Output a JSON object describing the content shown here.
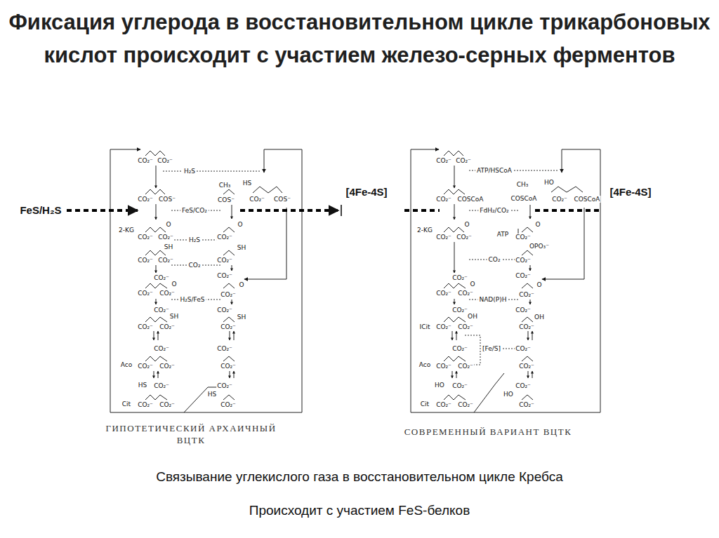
{
  "diagram": {
    "title": "Фиксация углерода в восстановительном цикле трикарбоновых кислот происходит с участием железо-серных ферментов",
    "caption": "Связывание углекислого газа в восстановительном цикле Кребса",
    "labels": [
      "FeS/H₂S",
      "[4Fe-4S]",
      "H₂S",
      "FeS/CO₂",
      "H₂S",
      "CO₂",
      "H₂S/FeS",
      "CO₂⁻",
      "CO₂⁻",
      "CO₂⁻",
      "COS⁻",
      "2-KG",
      "CO₂⁻",
      "O",
      "CO₂⁻",
      "SH",
      "CO₂⁻",
      "CO₂⁻",
      "CO₂⁻",
      "CO₂⁻",
      "O",
      "CO₂⁻",
      "CO₂⁻",
      "SH",
      "CO₂⁻",
      "CO₂⁻",
      "CO₂⁻",
      "Aco",
      "CO₂⁻",
      "CO₂⁻",
      "HS",
      "CO₂⁻",
      "Cit",
      "CO₂⁻",
      "CO₂⁻",
      "CH₃",
      "COS⁻",
      "HS",
      "CO₂⁻",
      "COS⁻",
      "O",
      "CO₂⁻",
      "SH",
      "CO₂⁻",
      "CO₂⁻",
      "O",
      "CO₂⁻",
      "CO₂⁻",
      "SH",
      "CO₂⁻",
      "CO₂⁻",
      "CO₂⁻",
      "CO₂⁻",
      "HS",
      "CO₂⁻",
      "ГИПОТЕТИЧЕСКИЙ АРХАИЧНЫЙ ВЦТК",
      "[4Fe-4S]",
      "ATP/HSCoA",
      "FdH₂/CO₂",
      "ATP",
      "CO₂",
      "NAD(P)H",
      "[Fe/S]",
      "CO₂⁻",
      "CO₂⁻",
      "CO₂⁻",
      "COSCoA",
      "2-KG",
      "CO₂⁻",
      "O",
      "CO₂⁻",
      "CO₂⁻",
      "CO₂⁻",
      "O",
      "CO₂⁻",
      "CO₂⁻",
      "OH",
      "ICit",
      "CO₂⁻",
      "CO₂⁻",
      "CO₂⁻",
      "Aco",
      "CO₂⁻",
      "CO₂⁻",
      "HO",
      "CO₂⁻",
      "Cit",
      "CO₂⁻",
      "CO₂⁻",
      "CH₃",
      "COSCoA",
      "HO",
      "CO₂⁻",
      "COSCoA",
      "O",
      "CO₂⁻",
      "OPO₃⁻",
      "CO₂⁻",
      "CO₂⁻",
      "O",
      "CO₂⁻",
      "CO₂⁻",
      "OH",
      "CO₂⁻",
      "CO₂⁻",
      "CO₂⁻",
      "CO₂⁻",
      "HO",
      "CO₂⁻",
      "СОВРЕМЕННЫЙ ВАРИАНТ ВЦТК",
      "Происходит с участием FeS-белков"
    ]
  }
}
